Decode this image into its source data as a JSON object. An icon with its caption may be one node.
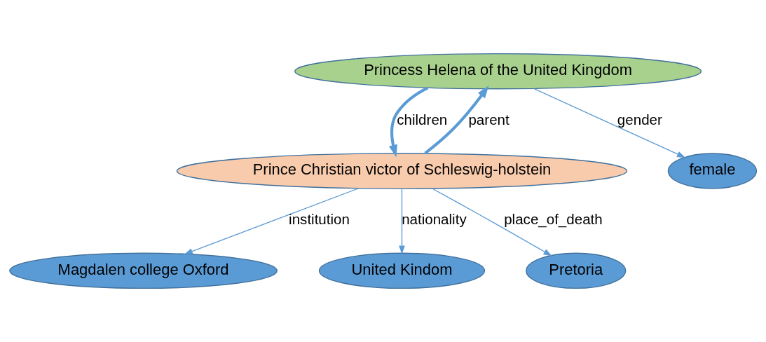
{
  "diagram": {
    "nodes": [
      {
        "text": [
          "Princess Helena of the United Kingdom"
        ]
      },
      {
        "text": [
          "Prince Christian victor of Schleswig-holstein"
        ]
      },
      {
        "text": [
          "female"
        ]
      },
      {
        "text": [
          "Magdalen college Oxford"
        ]
      },
      {
        "text": [
          "United Kindom"
        ]
      },
      {
        "text": [
          "Pretoria"
        ]
      }
    ],
    "edges": [
      {
        "from": 0,
        "to": 1,
        "arrow": "to",
        "label": "children",
        "style": "thick"
      },
      {
        "from": 1,
        "to": 0,
        "arrow": "to",
        "label": "parent",
        "style": "thick"
      },
      {
        "from": 0,
        "to": 2,
        "arrow": "to",
        "label": "gender"
      },
      {
        "from": 1,
        "to": 3,
        "arrow": "to",
        "label": "institution"
      },
      {
        "from": 1,
        "to": 4,
        "arrow": "to",
        "label": "nationality"
      },
      {
        "from": 1,
        "to": 5,
        "arrow": "to",
        "label": "place_of_death"
      }
    ]
  }
}
